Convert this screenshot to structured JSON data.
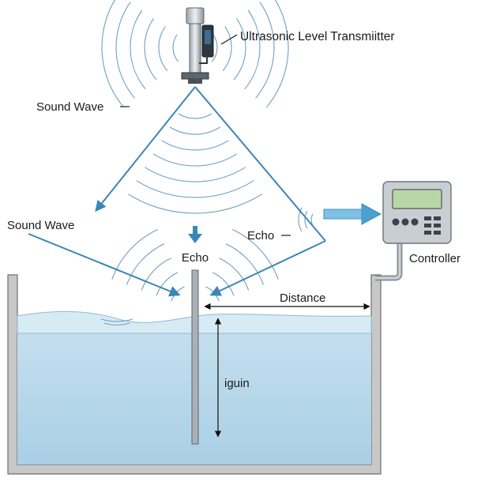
{
  "labels": {
    "transmitter": "Ultrasonic Level Transmiitter",
    "sound_wave_top": "Sound Wave",
    "sound_wave_left": "Sound Wave",
    "echo_center": "Echo",
    "echo_right": "Echo",
    "distance": "Distance",
    "liquid": "iguin",
    "controller": "Controller"
  },
  "colors": {
    "water": "#bcd9ea",
    "water_surface": "#d7ebf5",
    "tank": "#777777",
    "tank_fill": "#c8c8c8",
    "beam": "#3a86b8",
    "wave": "#6f9fbe",
    "flow_arrow": "#4aa0cf",
    "controller_body": "#c9ced3",
    "controller_screen": "#b9d6a9"
  },
  "icons": {
    "transmitter": "ultrasonic-sensor-icon",
    "controller": "controller-panel-icon"
  }
}
